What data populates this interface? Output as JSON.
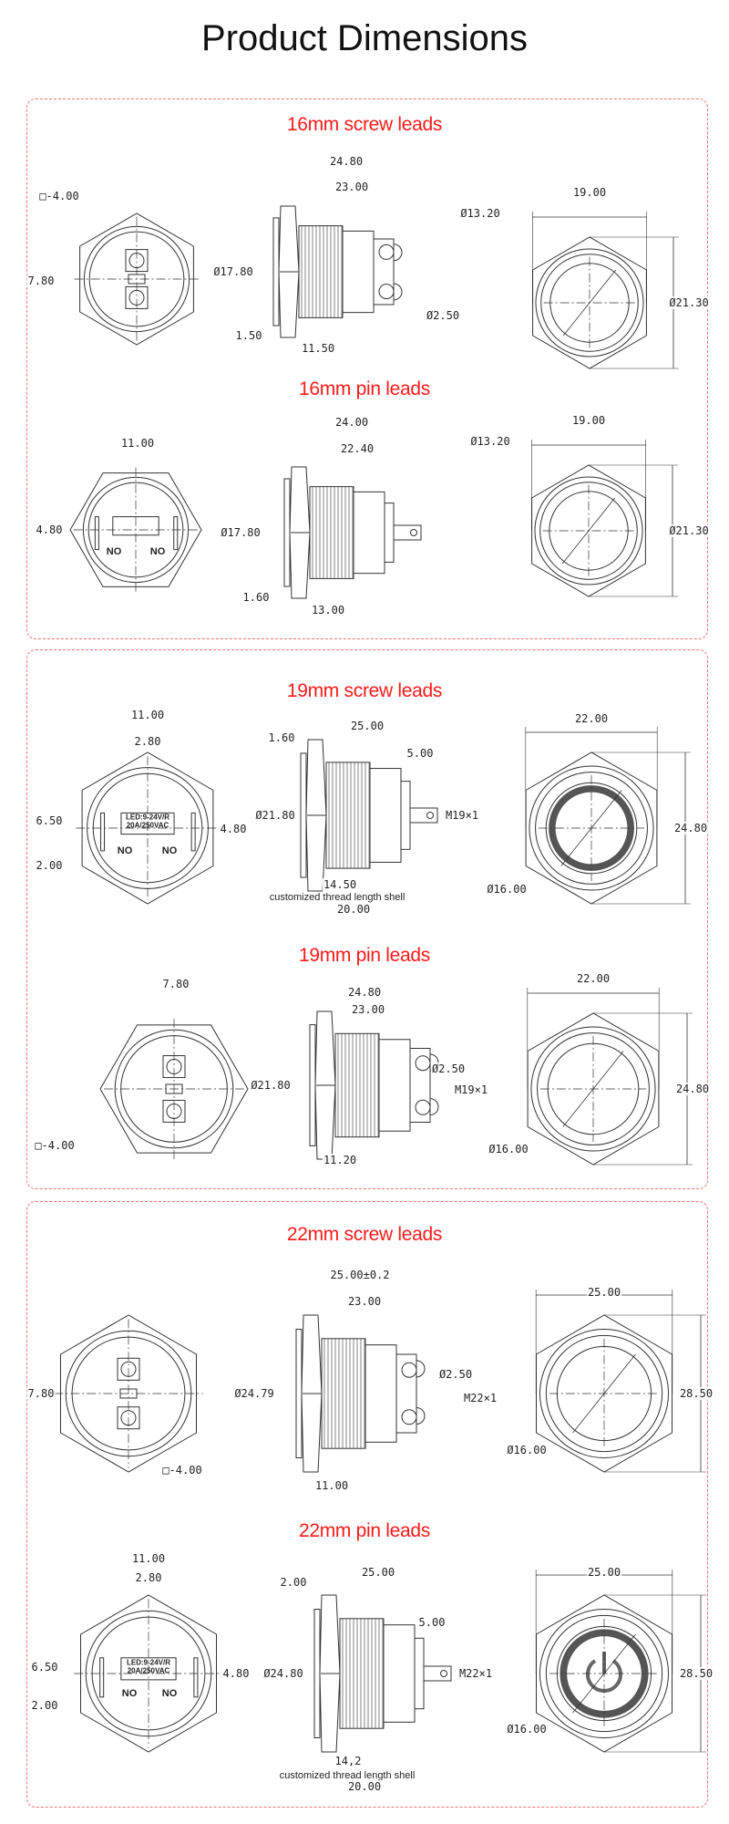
{
  "title": "Product Dimensions",
  "colors": {
    "title_red": "#ff1a1a",
    "panel_border": "#f07070",
    "line": "#333333"
  },
  "sections": [
    {
      "title": "16mm screw leads",
      "front": [
        "□-4.00",
        "7.80"
      ],
      "side": [
        "24.80",
        "23.00",
        "Ø17.80",
        "1.50",
        "11.50",
        "Ø2.50"
      ],
      "top": [
        "19.00",
        "Ø13.20",
        "Ø21.30"
      ]
    },
    {
      "title": "16mm pin leads",
      "front": [
        "11.00",
        "4.80",
        "NO",
        "NO"
      ],
      "side": [
        "24.00",
        "22.40",
        "Ø17.80",
        "1.60",
        "13.00"
      ],
      "top": [
        "19.00",
        "Ø13.20",
        "Ø21.30"
      ]
    },
    {
      "title": "19mm screw leads",
      "front": [
        "11.00",
        "2.80",
        "6.50",
        "4.80",
        "2.00",
        "LED:9-24V/R",
        "20A/250VAC",
        "NO",
        "NO"
      ],
      "side": [
        "1.60",
        "25.00",
        "5.00",
        "Ø21.80",
        "M19×1",
        "14.50",
        "customized thread length shell",
        "20.00"
      ],
      "top": [
        "22.00",
        "24.80",
        "Ø16.00"
      ]
    },
    {
      "title": "19mm pin leads",
      "front": [
        "7.80",
        "□-4.00"
      ],
      "side": [
        "24.80",
        "23.00",
        "Ø21.80",
        "Ø2.50",
        "M19×1",
        "11.20"
      ],
      "top": [
        "22.00",
        "24.80",
        "Ø16.00"
      ]
    },
    {
      "title": "22mm screw leads",
      "front": [
        "7.80",
        "□-4.00"
      ],
      "side": [
        "25.00±0.2",
        "23.00",
        "Ø24.79",
        "Ø2.50",
        "M22×1",
        "11.00"
      ],
      "top": [
        "25.00",
        "28.50",
        "Ø16.00"
      ]
    },
    {
      "title": "22mm pin leads",
      "front": [
        "11.00",
        "2.80",
        "6.50",
        "4.80",
        "2.00",
        "LED:9-24V/R",
        "20A/250VAC",
        "NO",
        "NO"
      ],
      "side": [
        "2.00",
        "25.00",
        "5.00",
        "Ø24.80",
        "M22×1",
        "14,2",
        "customized thread length shell",
        "20.00"
      ],
      "top": [
        "25.00",
        "28.50",
        "Ø16.00"
      ]
    }
  ]
}
